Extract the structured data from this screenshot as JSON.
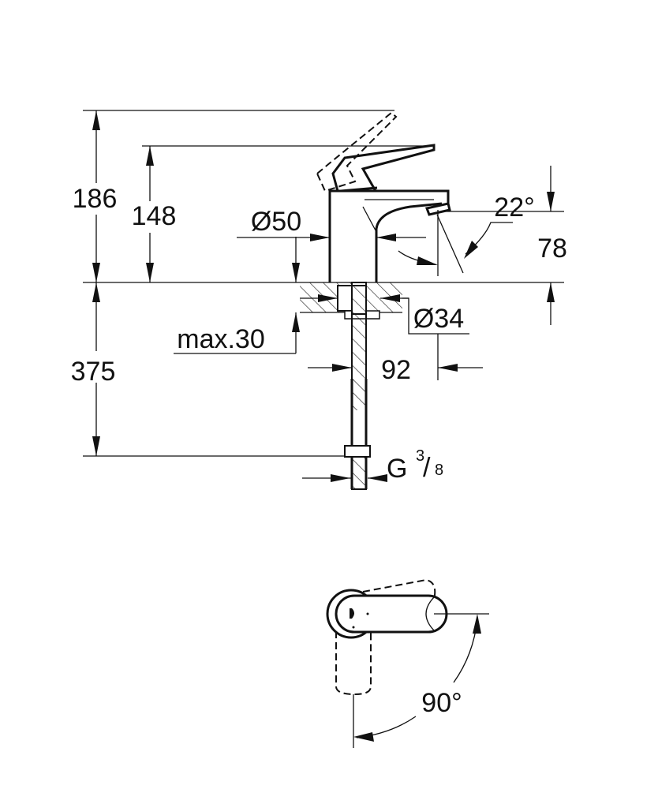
{
  "dimensions": {
    "total_height": "186",
    "spout_height": "148",
    "body_diameter": "Ø50",
    "spout_angle": "22°",
    "outlet_height": "78",
    "hole_diameter": "Ø34",
    "max_deck_thickness": "max.30",
    "hose_length": "375",
    "spout_reach": "92",
    "connection_prefix": "G",
    "connection_num": "3",
    "connection_den": "8",
    "lever_rotation": "90°"
  },
  "colors": {
    "line": "#111111",
    "background": "#ffffff"
  }
}
